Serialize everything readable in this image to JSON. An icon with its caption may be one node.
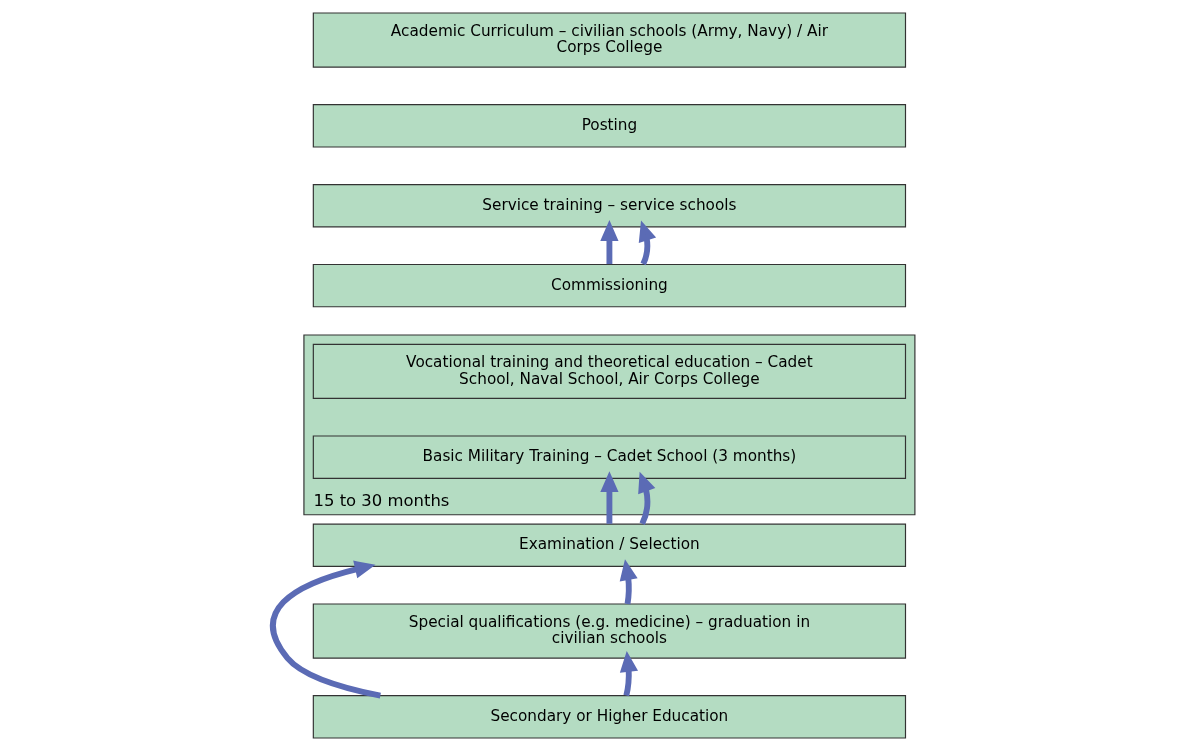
{
  "diagram": {
    "nodes": [
      {
        "text": [
          "Academic Curriculum – civilian schools (Army, Navy) / Air Corps College"
        ]
      },
      {
        "text": [
          "Posting"
        ]
      },
      {
        "text": [
          "Service training – service schools"
        ]
      },
      {
        "text": [
          "Commissioning"
        ]
      },
      {
        "text": [
          "15 to 30 months"
        ]
      },
      {
        "text": [
          "Vocational training and theoretical education – Cadet School, Naval School, Air Corps College"
        ],
        "in": 4
      },
      {
        "text": [
          "Basic Military Training – Cadet School (3 months)"
        ],
        "in": 4
      },
      {
        "text": [
          "Examination / Selection"
        ]
      },
      {
        "text": [
          "Special qualifications (e.g. medicine) – graduation in civilian schools"
        ]
      },
      {
        "text": [
          "Secondary or Higher Education"
        ]
      }
    ],
    "edges": [
      {
        "from": 3,
        "to": 2,
        "arrow": "to"
      },
      {
        "from": 3,
        "to": 2,
        "arrow": "to"
      },
      {
        "from": 7,
        "to": 6,
        "arrow": "to"
      },
      {
        "from": 7,
        "to": 6,
        "arrow": "to"
      },
      {
        "from": 9,
        "to": 7,
        "arrow": "to"
      },
      {
        "from": 8,
        "to": 7,
        "arrow": "to"
      },
      {
        "from": 9,
        "to": 8,
        "arrow": "to"
      }
    ]
  }
}
